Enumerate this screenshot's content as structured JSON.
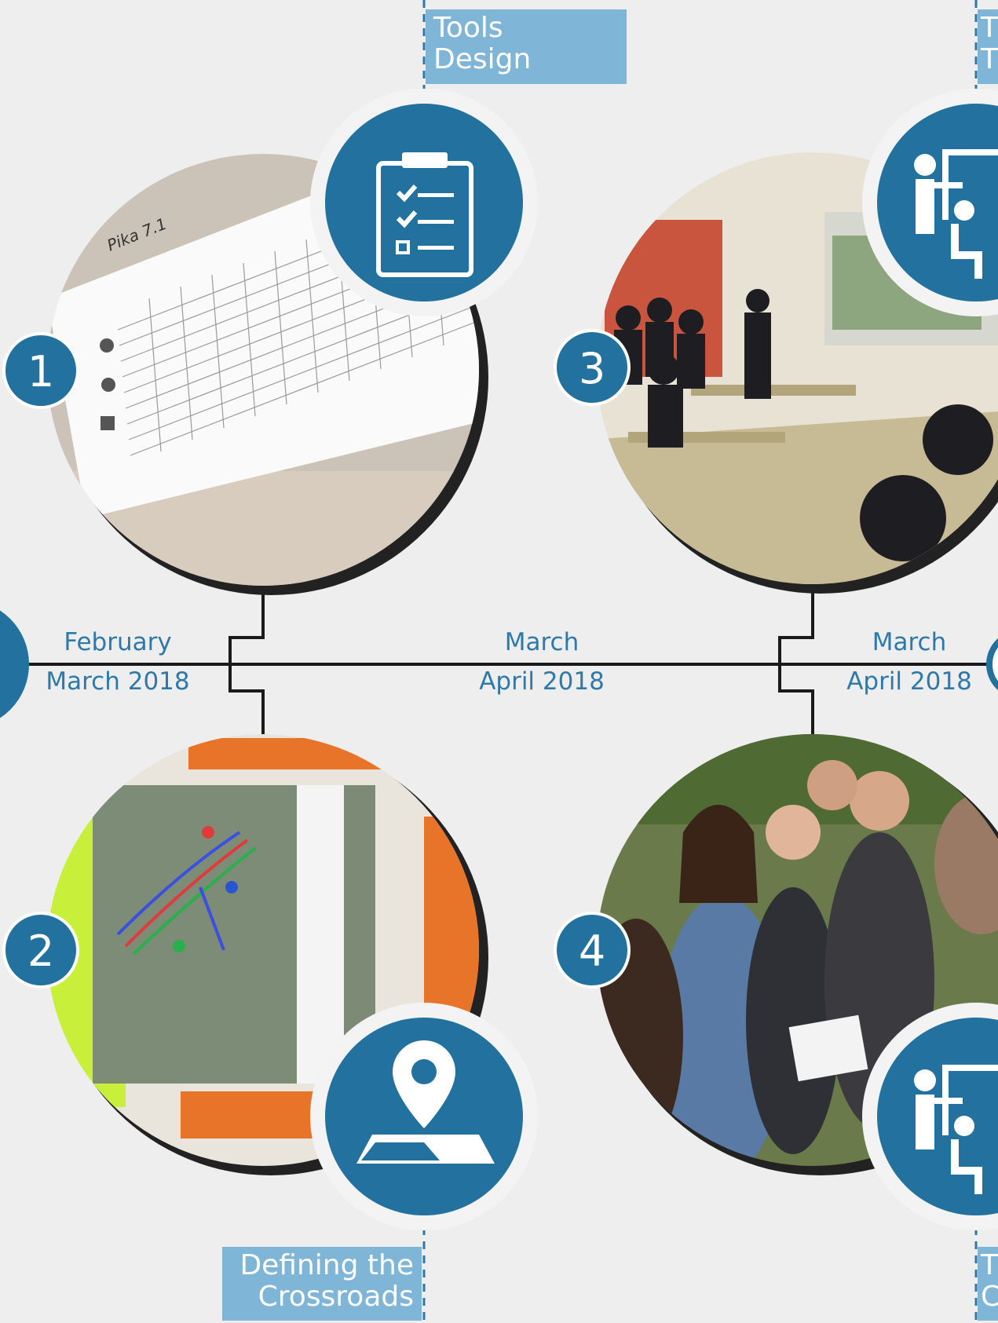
{
  "colors": {
    "background": "#eeeeee",
    "accent": "#22719e",
    "label_box": "#7fb5d6",
    "date_text": "#2e79a8",
    "timeline": "#1a1a1a"
  },
  "timeline": {
    "dates": [
      {
        "line1": "February",
        "line2": "March 2018"
      },
      {
        "line1": "March",
        "line2": "April 2018"
      },
      {
        "line1": "March",
        "line2": "April 2018"
      }
    ]
  },
  "steps": [
    {
      "number": "1",
      "label_lines": [
        "Tools",
        "Design"
      ],
      "icon": "checklist-clipboard-icon",
      "photo": "projected-survey-grid-form"
    },
    {
      "number": "2",
      "label_lines": [
        "Defining the",
        "Crossroads"
      ],
      "icon": "map-pin-icon",
      "photo": "aerial-map-with-drawn-routes"
    },
    {
      "number": "3",
      "label_lines": [
        "T",
        "T"
      ],
      "icon": "presenter-training-icon",
      "photo": "classroom-presentation"
    },
    {
      "number": "4",
      "label_lines": [
        "T",
        "C"
      ],
      "icon": "presenter-training-icon",
      "photo": "students-in-field-group"
    }
  ]
}
